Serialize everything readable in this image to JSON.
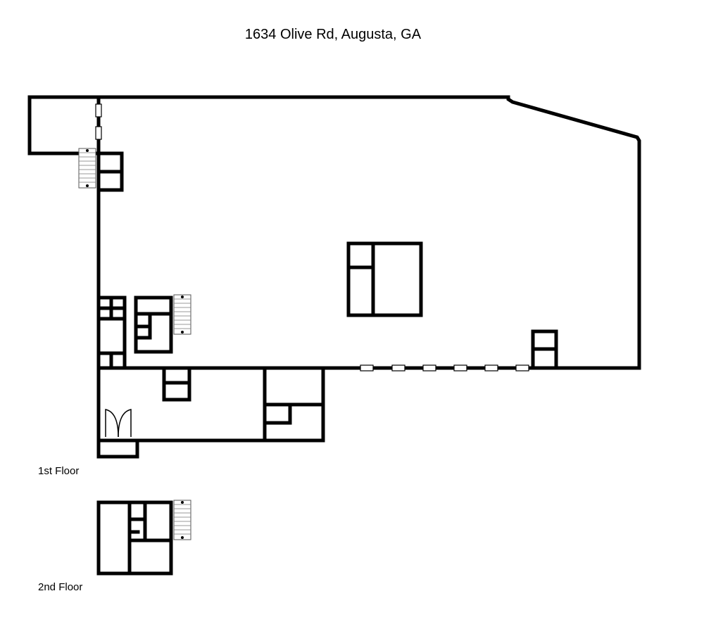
{
  "title": "1634 Olive Rd, Augusta, GA",
  "floors": [
    {
      "label": "1st Floor"
    },
    {
      "label": "2nd Floor"
    }
  ],
  "colors": {
    "wall": "#000000",
    "background": "#ffffff",
    "stair": "#777777"
  }
}
